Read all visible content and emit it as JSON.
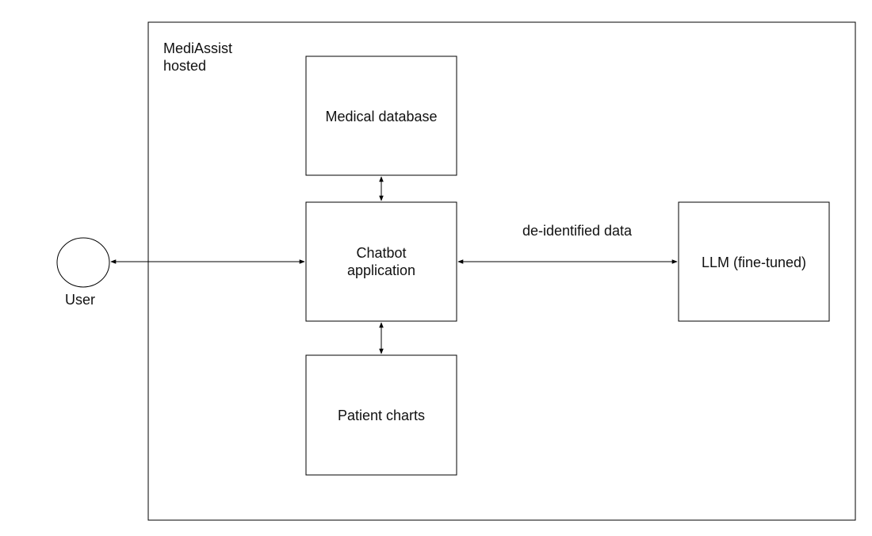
{
  "boundary": {
    "label": "MediAssist\nhosted"
  },
  "nodes": {
    "user": {
      "label": "User"
    },
    "medical_database": {
      "label": "Medical database"
    },
    "chatbot": {
      "label": "Chatbot\napplication"
    },
    "patient_charts": {
      "label": "Patient charts"
    },
    "llm": {
      "label": "LLM (fine-tuned)"
    }
  },
  "edges": {
    "chatbot_llm": {
      "label": "de-identified data"
    }
  },
  "colors": {
    "stroke": "#000000",
    "text": "#111111",
    "background": "#ffffff"
  }
}
